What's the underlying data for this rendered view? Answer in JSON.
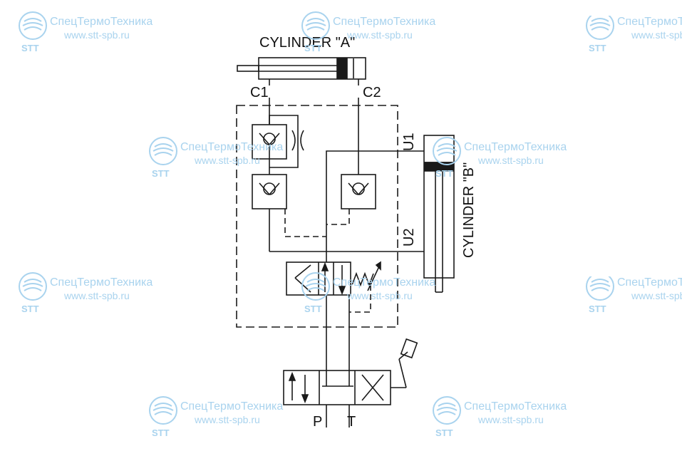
{
  "watermark": {
    "company": "СпецТермоТехника",
    "url": "www.stt-spb.ru",
    "logo_text": "STT"
  },
  "labels": {
    "cylinder_a": "CYLINDER \"A\"",
    "cylinder_b": "CYLINDER \"B\"",
    "c1": "C1",
    "c2": "C2",
    "u1": "U1",
    "u2": "U2",
    "p": "P",
    "t": "T"
  },
  "colors": {
    "line": "#1a1a1a",
    "watermark": "#a9d3ee"
  }
}
